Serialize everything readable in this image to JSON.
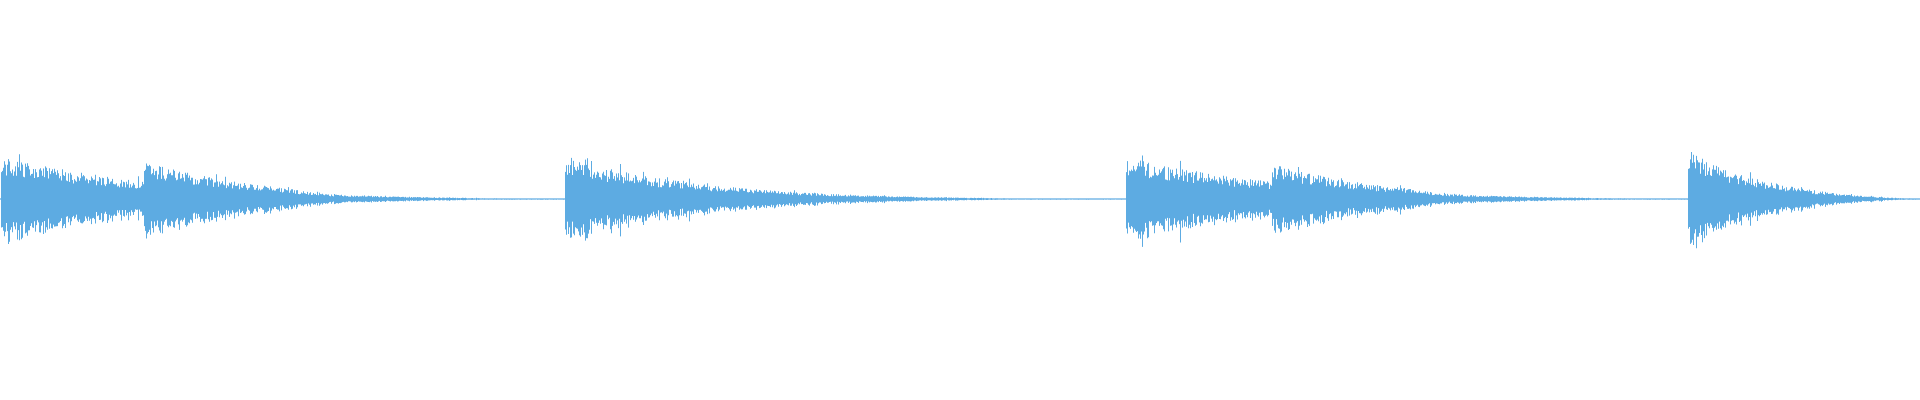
{
  "waveform": {
    "color": "#5dabe2",
    "background": "#ffffff",
    "segments": [
      {
        "start": 0.0,
        "end": 0.294,
        "peak": 0.85,
        "decay": 3.2,
        "bumps": [
          {
            "at": 0.075,
            "gain": 0.78,
            "width": 0.06
          }
        ]
      },
      {
        "start": 0.293,
        "end": 0.586,
        "peak": 0.85,
        "decay": 4.0,
        "bumps": []
      },
      {
        "start": 0.586,
        "end": 0.879,
        "peak": 0.85,
        "decay": 3.2,
        "bumps": [
          {
            "at": 0.076,
            "gain": 0.72,
            "width": 0.06
          }
        ]
      },
      {
        "start": 0.879,
        "end": 1.0,
        "peak": 0.95,
        "decay": 2.6,
        "bumps": []
      }
    ]
  }
}
